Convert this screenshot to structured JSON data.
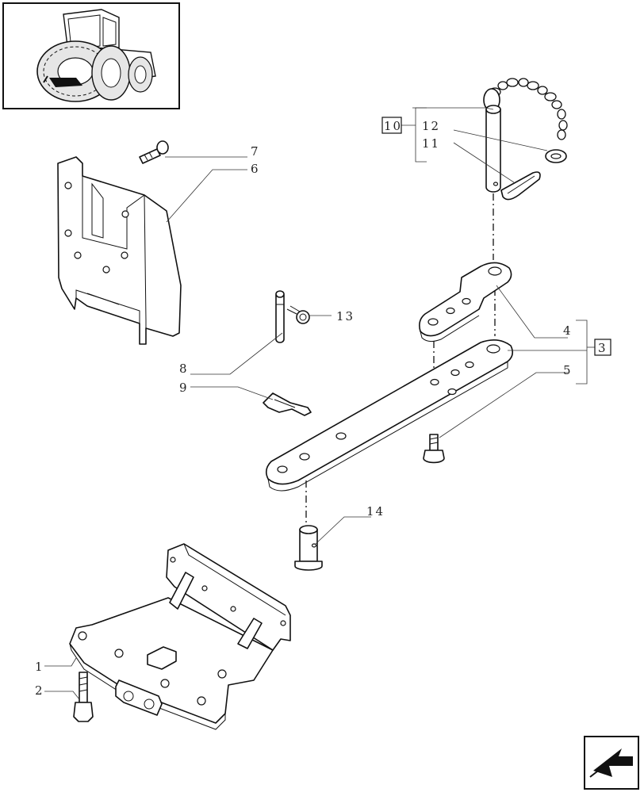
{
  "callouts": {
    "c1": "1",
    "c2": "2",
    "c3": "3",
    "c4": "4",
    "c5": "5",
    "c6": "6",
    "c7": "7",
    "c8": "8",
    "c9": "9",
    "c10": "10",
    "c11": "11",
    "c12": "12",
    "c13": "13",
    "c14": "14"
  },
  "icons": {
    "thumbnail": "tractor-thumbnail-icon",
    "nav": "next-page-arrow-icon"
  }
}
